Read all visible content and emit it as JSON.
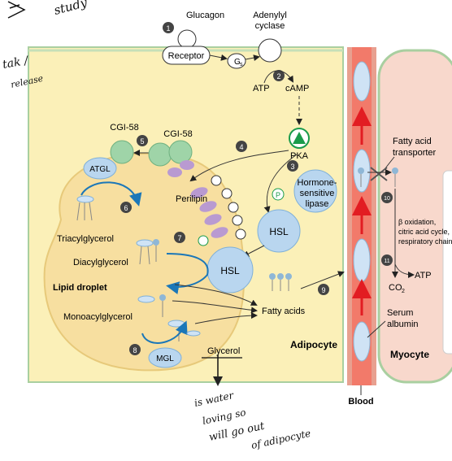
{
  "labels": {
    "glucagon": "Glucagon",
    "adenylyl": "Adenylyl",
    "cyclase": "cyclase",
    "receptor": "Receptor",
    "gs": "G",
    "gs_sub": "s",
    "atp_top": "ATP",
    "camp": "cAMP",
    "pka": "PKA",
    "cgi58_left": "CGI-58",
    "cgi58_right": "CGI-58",
    "atgl": "ATGL",
    "hsl_lipase_1": "Hormone-",
    "hsl_lipase_2": "sensitive",
    "hsl_lipase_3": "lipase",
    "hsl_upper": "HSL",
    "hsl_lower": "HSL",
    "perilipin": "Perilipin",
    "triacylglycerol": "Triacylglycerol",
    "diacylglycerol": "Diacylglycerol",
    "monoacylglycerol": "Monoacylglycerol",
    "lipid_droplet": "Lipid droplet",
    "mgl": "MGL",
    "glycerol": "Glycerol",
    "fatty_acids": "Fatty acids",
    "adipocyte": "Adipocyte",
    "blood": "Blood",
    "fa_transporter_1": "Fatty acid",
    "fa_transporter_2": "transporter",
    "beta_ox_1": "β oxidation,",
    "beta_ox_2": "citric acid cycle,",
    "beta_ox_3": "respiratory chain",
    "atp_right": "ATP",
    "co2": "CO",
    "co2_sub": "2",
    "serum_1": "Serum",
    "serum_2": "albumin",
    "myocyte": "Myocyte",
    "phospho": "P"
  },
  "steps": [
    "1",
    "2",
    "3",
    "4",
    "5",
    "6",
    "7",
    "8",
    "9",
    "10",
    "11"
  ],
  "handwriting": {
    "top": "study",
    "left_1": "tak /",
    "left_2": "release",
    "bottom_1": "is water",
    "bottom_2": "loving so",
    "bottom_3": "will go out",
    "bottom_4": "of adipocyte"
  },
  "colors": {
    "adipocyte_fill": "#fbf0b8",
    "droplet_fill": "#f7dfa0",
    "myocyte_fill": "#f8d8cc",
    "blood_wall": "#e8a090",
    "blood_inner": "#f27a6a",
    "protein_blue": "#b9d6ef",
    "cgi58_green": "#9fd4a8",
    "perilipin_purple": "#b99ad1",
    "arrow_red": "#e21c22",
    "arrow_blue": "#1b77b8",
    "pka_green": "#1a9b4b"
  }
}
